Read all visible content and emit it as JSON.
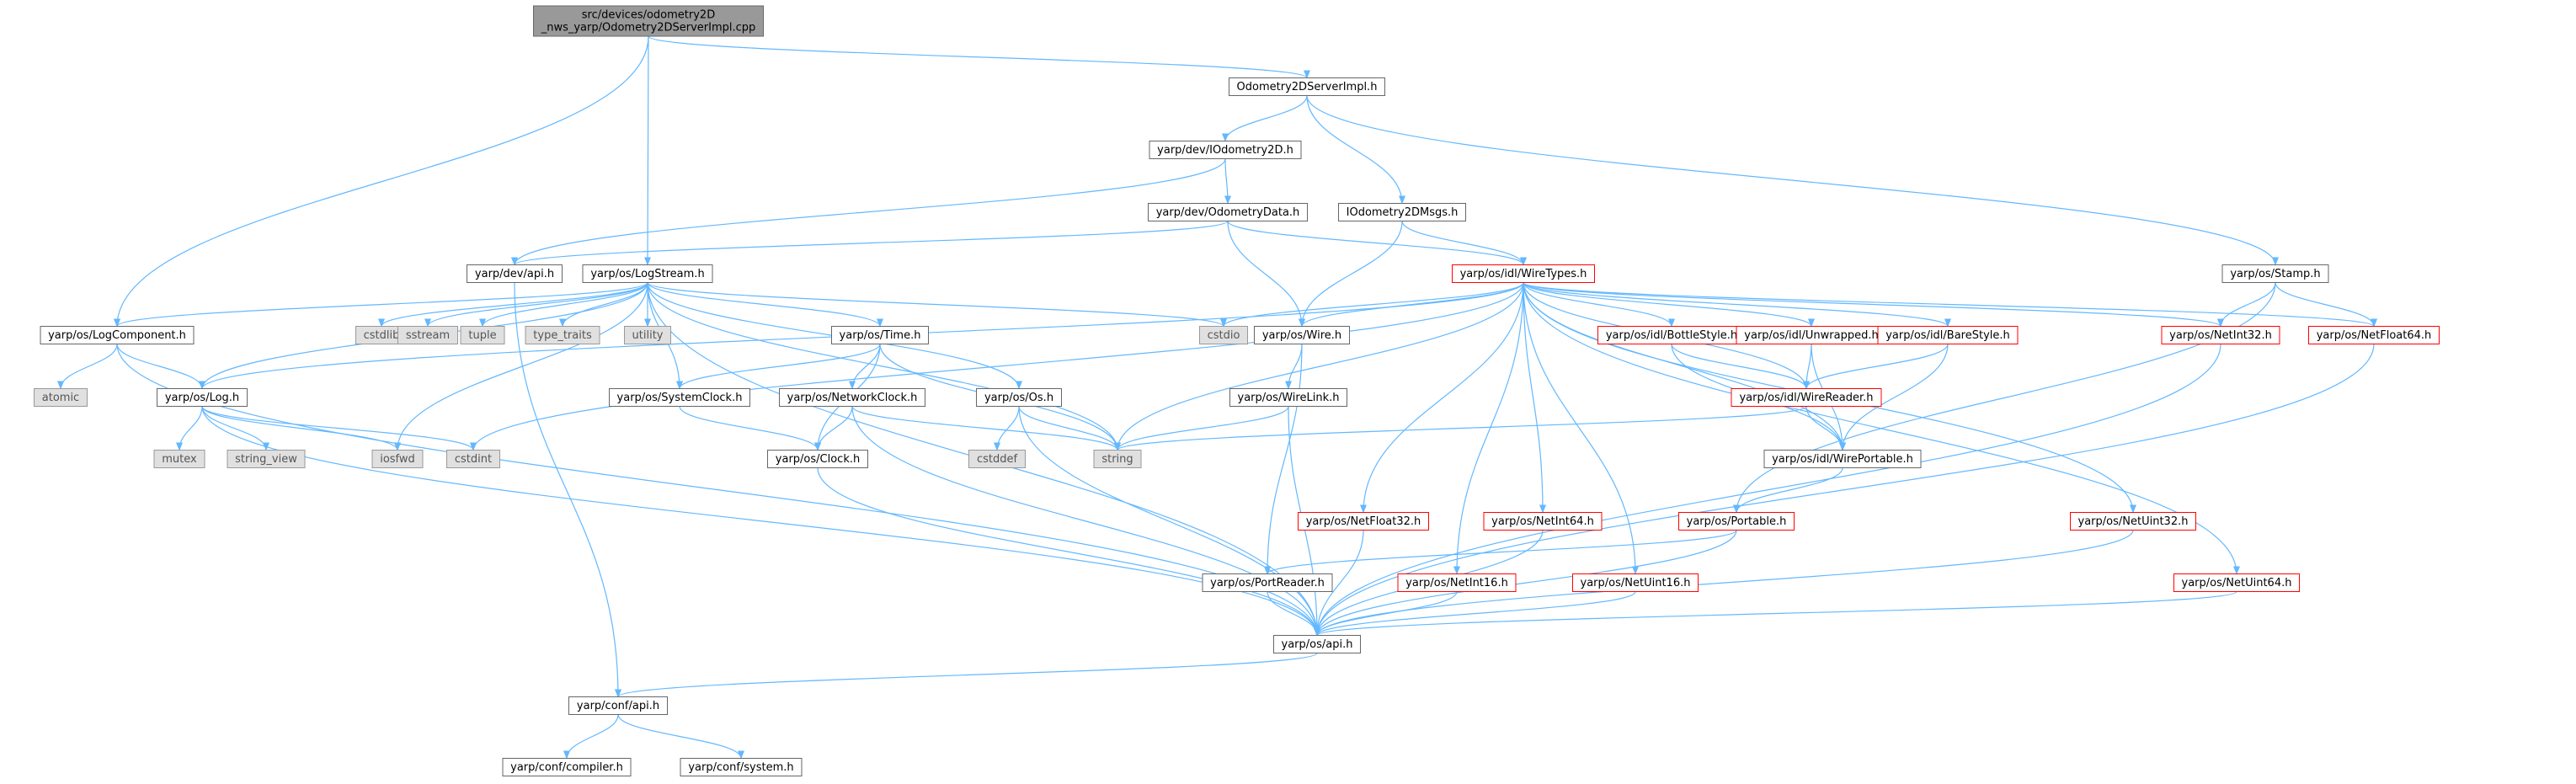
{
  "graph": {
    "title": "",
    "colors": {
      "edge": "#63b8ff",
      "root_fill": "#999999",
      "local_fill": "#ffffff",
      "local_stroke": "#666666",
      "local_text": "#000000",
      "truncated_stroke": "#ff0000",
      "truncated_text": "#000000",
      "system_fill": "#e0e0e0",
      "system_stroke": "#999999",
      "system_text": "#555555"
    },
    "nodes": [
      {
        "id": "root",
        "lines": [
          "src/devices/odometry2D",
          "_nws_yarp/Odometry2DServerImpl.cpp"
        ],
        "kind": "root"
      },
      {
        "id": "srvimpl",
        "lines": [
          "Odometry2DServerImpl.h"
        ],
        "kind": "local"
      },
      {
        "id": "iodo",
        "lines": [
          "yarp/dev/IOdometry2D.h"
        ],
        "kind": "local"
      },
      {
        "id": "odmsgs",
        "lines": [
          "IOdometry2DMsgs.h"
        ],
        "kind": "local"
      },
      {
        "id": "odata",
        "lines": [
          "yarp/dev/OdometryData.h"
        ],
        "kind": "local"
      },
      {
        "id": "devapi",
        "lines": [
          "yarp/dev/api.h"
        ],
        "kind": "local"
      },
      {
        "id": "logstream",
        "lines": [
          "yarp/os/LogStream.h"
        ],
        "kind": "local"
      },
      {
        "id": "wiretypes",
        "lines": [
          "yarp/os/idl/WireTypes.h"
        ],
        "kind": "truncated"
      },
      {
        "id": "stamp",
        "lines": [
          "yarp/os/Stamp.h"
        ],
        "kind": "local"
      },
      {
        "id": "logcomp",
        "lines": [
          "yarp/os/LogComponent.h"
        ],
        "kind": "local"
      },
      {
        "id": "cstdlib",
        "lines": [
          "cstdlib"
        ],
        "kind": "system"
      },
      {
        "id": "sstream",
        "lines": [
          "sstream"
        ],
        "kind": "system"
      },
      {
        "id": "tuple",
        "lines": [
          "tuple"
        ],
        "kind": "system"
      },
      {
        "id": "typetraits",
        "lines": [
          "type_traits"
        ],
        "kind": "system"
      },
      {
        "id": "utility",
        "lines": [
          "utility"
        ],
        "kind": "system"
      },
      {
        "id": "time",
        "lines": [
          "yarp/os/Time.h"
        ],
        "kind": "local"
      },
      {
        "id": "cstdio",
        "lines": [
          "cstdio"
        ],
        "kind": "system"
      },
      {
        "id": "wire",
        "lines": [
          "yarp/os/Wire.h"
        ],
        "kind": "local"
      },
      {
        "id": "bottlestyle",
        "lines": [
          "yarp/os/idl/BottleStyle.h"
        ],
        "kind": "truncated"
      },
      {
        "id": "unwrapped",
        "lines": [
          "yarp/os/idl/Unwrapped.h"
        ],
        "kind": "truncated"
      },
      {
        "id": "barestyle",
        "lines": [
          "yarp/os/idl/BareStyle.h"
        ],
        "kind": "truncated"
      },
      {
        "id": "netint32",
        "lines": [
          "yarp/os/NetInt32.h"
        ],
        "kind": "truncated"
      },
      {
        "id": "netfloat64",
        "lines": [
          "yarp/os/NetFloat64.h"
        ],
        "kind": "truncated"
      },
      {
        "id": "atomic",
        "lines": [
          "atomic"
        ],
        "kind": "system"
      },
      {
        "id": "log",
        "lines": [
          "yarp/os/Log.h"
        ],
        "kind": "local"
      },
      {
        "id": "sysclock",
        "lines": [
          "yarp/os/SystemClock.h"
        ],
        "kind": "local"
      },
      {
        "id": "netclock",
        "lines": [
          "yarp/os/NetworkClock.h"
        ],
        "kind": "local"
      },
      {
        "id": "os",
        "lines": [
          "yarp/os/Os.h"
        ],
        "kind": "local"
      },
      {
        "id": "wirelink",
        "lines": [
          "yarp/os/WireLink.h"
        ],
        "kind": "local"
      },
      {
        "id": "wirereader",
        "lines": [
          "yarp/os/idl/WireReader.h"
        ],
        "kind": "truncated"
      },
      {
        "id": "mutex",
        "lines": [
          "mutex"
        ],
        "kind": "system"
      },
      {
        "id": "stringview",
        "lines": [
          "string_view"
        ],
        "kind": "system"
      },
      {
        "id": "iosfwd",
        "lines": [
          "iosfwd"
        ],
        "kind": "system"
      },
      {
        "id": "cstdint",
        "lines": [
          "cstdint"
        ],
        "kind": "system"
      },
      {
        "id": "clock",
        "lines": [
          "yarp/os/Clock.h"
        ],
        "kind": "local"
      },
      {
        "id": "cstddef",
        "lines": [
          "cstddef"
        ],
        "kind": "system"
      },
      {
        "id": "string",
        "lines": [
          "string"
        ],
        "kind": "system"
      },
      {
        "id": "wireportable",
        "lines": [
          "yarp/os/idl/WirePortable.h"
        ],
        "kind": "local"
      },
      {
        "id": "netfloat32",
        "lines": [
          "yarp/os/NetFloat32.h"
        ],
        "kind": "truncated"
      },
      {
        "id": "netint64",
        "lines": [
          "yarp/os/NetInt64.h"
        ],
        "kind": "truncated"
      },
      {
        "id": "portable",
        "lines": [
          "yarp/os/Portable.h"
        ],
        "kind": "truncated"
      },
      {
        "id": "netuint32",
        "lines": [
          "yarp/os/NetUint32.h"
        ],
        "kind": "truncated"
      },
      {
        "id": "portreader",
        "lines": [
          "yarp/os/PortReader.h"
        ],
        "kind": "local"
      },
      {
        "id": "netint16",
        "lines": [
          "yarp/os/NetInt16.h"
        ],
        "kind": "truncated"
      },
      {
        "id": "netuint16",
        "lines": [
          "yarp/os/NetUint16.h"
        ],
        "kind": "truncated"
      },
      {
        "id": "netuint64",
        "lines": [
          "yarp/os/NetUint64.h"
        ],
        "kind": "truncated"
      },
      {
        "id": "osapi",
        "lines": [
          "yarp/os/api.h"
        ],
        "kind": "local"
      },
      {
        "id": "confapi",
        "lines": [
          "yarp/conf/api.h"
        ],
        "kind": "local"
      },
      {
        "id": "compiler",
        "lines": [
          "yarp/conf/compiler.h"
        ],
        "kind": "local"
      },
      {
        "id": "system",
        "lines": [
          "yarp/conf/system.h"
        ],
        "kind": "local"
      }
    ],
    "edges": [
      [
        "root",
        "srvimpl"
      ],
      [
        "root",
        "logstream"
      ],
      [
        "root",
        "logcomp"
      ],
      [
        "srvimpl",
        "iodo"
      ],
      [
        "srvimpl",
        "odmsgs"
      ],
      [
        "srvimpl",
        "stamp"
      ],
      [
        "iodo",
        "odata"
      ],
      [
        "iodo",
        "devapi"
      ],
      [
        "odmsgs",
        "wiretypes"
      ],
      [
        "odmsgs",
        "wire"
      ],
      [
        "odata",
        "devapi"
      ],
      [
        "odata",
        "wiretypes"
      ],
      [
        "odata",
        "wire"
      ],
      [
        "devapi",
        "confapi"
      ],
      [
        "logstream",
        "logcomp"
      ],
      [
        "logstream",
        "cstdlib"
      ],
      [
        "logstream",
        "sstream"
      ],
      [
        "logstream",
        "tuple"
      ],
      [
        "logstream",
        "typetraits"
      ],
      [
        "logstream",
        "utility"
      ],
      [
        "logstream",
        "time"
      ],
      [
        "logstream",
        "cstdio"
      ],
      [
        "logstream",
        "log"
      ],
      [
        "logstream",
        "sysclock"
      ],
      [
        "logstream",
        "os"
      ],
      [
        "logstream",
        "iosfwd"
      ],
      [
        "logstream",
        "string"
      ],
      [
        "logstream",
        "osapi"
      ],
      [
        "logcomp",
        "atomic"
      ],
      [
        "logcomp",
        "log"
      ],
      [
        "logcomp",
        "osapi"
      ],
      [
        "log",
        "mutex"
      ],
      [
        "log",
        "stringview"
      ],
      [
        "log",
        "iosfwd"
      ],
      [
        "log",
        "cstdint"
      ],
      [
        "log",
        "osapi"
      ],
      [
        "time",
        "sysclock"
      ],
      [
        "time",
        "netclock"
      ],
      [
        "time",
        "clock"
      ],
      [
        "time",
        "string"
      ],
      [
        "sysclock",
        "clock"
      ],
      [
        "netclock",
        "clock"
      ],
      [
        "netclock",
        "string"
      ],
      [
        "netclock",
        "osapi"
      ],
      [
        "os",
        "cstddef"
      ],
      [
        "os",
        "string"
      ],
      [
        "os",
        "osapi"
      ],
      [
        "clock",
        "osapi"
      ],
      [
        "wiretypes",
        "cstdio"
      ],
      [
        "wiretypes",
        "wire"
      ],
      [
        "wiretypes",
        "bottlestyle"
      ],
      [
        "wiretypes",
        "unwrapped"
      ],
      [
        "wiretypes",
        "barestyle"
      ],
      [
        "wiretypes",
        "netint32"
      ],
      [
        "wiretypes",
        "netfloat64"
      ],
      [
        "wiretypes",
        "wirereader"
      ],
      [
        "wiretypes",
        "wireportable"
      ],
      [
        "wiretypes",
        "string"
      ],
      [
        "wiretypes",
        "cstdint"
      ],
      [
        "wiretypes",
        "log"
      ],
      [
        "wiretypes",
        "netfloat32"
      ],
      [
        "wiretypes",
        "netint64"
      ],
      [
        "wiretypes",
        "netint16"
      ],
      [
        "wiretypes",
        "netuint16"
      ],
      [
        "wiretypes",
        "netuint32"
      ],
      [
        "wiretypes",
        "netuint64"
      ],
      [
        "wire",
        "wirelink"
      ],
      [
        "wire",
        "portreader"
      ],
      [
        "wirelink",
        "string"
      ],
      [
        "wirelink",
        "osapi"
      ],
      [
        "bottlestyle",
        "wirereader"
      ],
      [
        "bottlestyle",
        "wireportable"
      ],
      [
        "unwrapped",
        "wirereader"
      ],
      [
        "unwrapped",
        "wireportable"
      ],
      [
        "barestyle",
        "wirereader"
      ],
      [
        "barestyle",
        "wireportable"
      ],
      [
        "wirereader",
        "string"
      ],
      [
        "wirereader",
        "wireportable"
      ],
      [
        "wireportable",
        "portable"
      ],
      [
        "portable",
        "portreader"
      ],
      [
        "portable",
        "osapi"
      ],
      [
        "portreader",
        "osapi"
      ],
      [
        "stamp",
        "portable"
      ],
      [
        "stamp",
        "netint32"
      ],
      [
        "stamp",
        "netfloat64"
      ],
      [
        "netint32",
        "osapi"
      ],
      [
        "netfloat64",
        "osapi"
      ],
      [
        "netfloat32",
        "osapi"
      ],
      [
        "netint64",
        "osapi"
      ],
      [
        "netint16",
        "osapi"
      ],
      [
        "netuint16",
        "osapi"
      ],
      [
        "netuint32",
        "osapi"
      ],
      [
        "netuint64",
        "osapi"
      ],
      [
        "osapi",
        "confapi"
      ],
      [
        "confapi",
        "compiler"
      ],
      [
        "confapi",
        "system"
      ]
    ]
  }
}
